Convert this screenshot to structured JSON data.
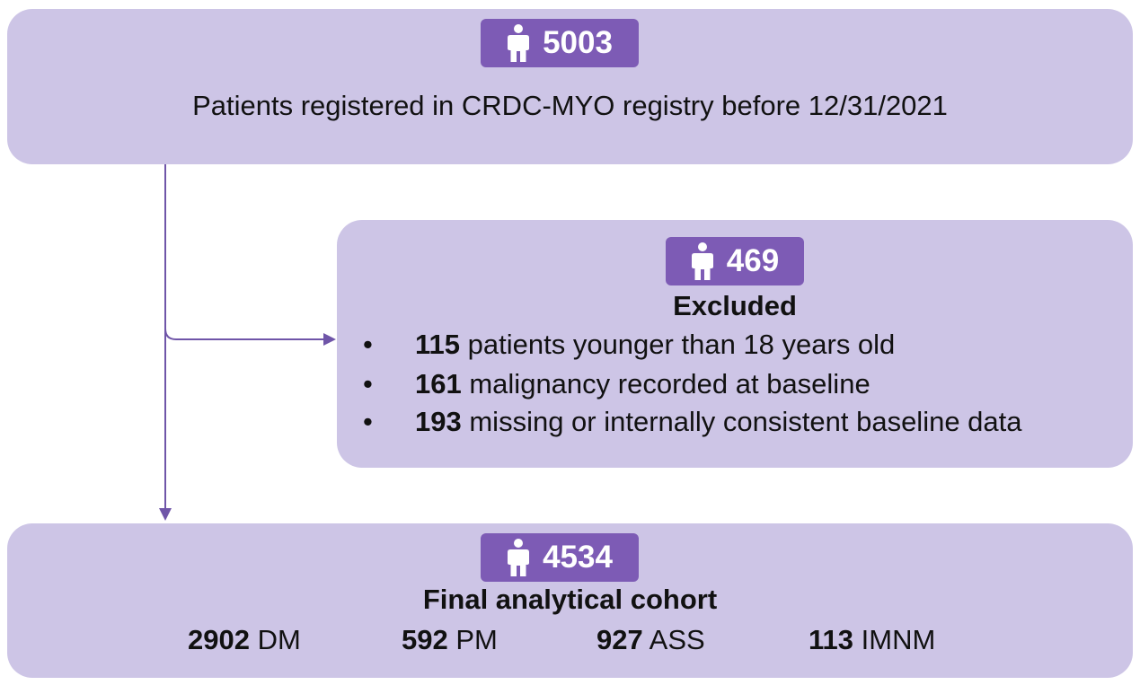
{
  "top": {
    "count": "5003",
    "description": "Patients registered in CRDC-MYO registry before 12/31/2021"
  },
  "excluded": {
    "count": "469",
    "title": "Excluded",
    "bullet_char": "•",
    "items": [
      {
        "num": "115",
        "text": "patients younger than 18 years old"
      },
      {
        "num": "161",
        "text": "malignancy recorded at baseline"
      },
      {
        "num": "193",
        "text": "missing or internally consistent baseline data"
      }
    ]
  },
  "final": {
    "count": "4534",
    "title": "Final analytical cohort",
    "categories": [
      {
        "num": "2902",
        "label": "DM"
      },
      {
        "num": "592",
        "label": "PM"
      },
      {
        "num": "927",
        "label": "ASS"
      },
      {
        "num": "113",
        "label": "IMNM"
      }
    ]
  },
  "colors": {
    "box_fill": "#cdc5e6",
    "badge_fill": "#7d5bb5",
    "arrow": "#6f55a8"
  },
  "icons": [
    "person-icon"
  ]
}
